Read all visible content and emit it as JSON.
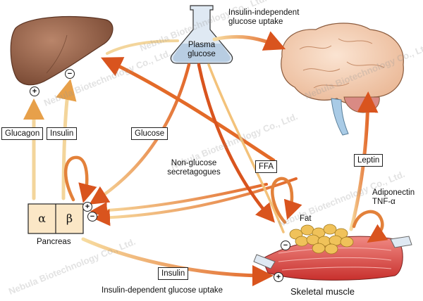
{
  "labels": {
    "plasma_glucose": "Plasma\nglucose",
    "insulin_independent": "Insulin-independent\nglucose uptake",
    "glucagon": "Glucagon",
    "insulin_left": "Insulin",
    "glucose": "Glucose",
    "non_glucose": "Non-glucose\nsecretagogues",
    "ffa": "FFA",
    "leptin": "Leptin",
    "adiponectin": "Adiponectin\nTNF-α",
    "alpha": "α",
    "beta": "β",
    "pancreas": "Pancreas",
    "fat": "Fat",
    "insulin_bottom": "Insulin",
    "insulin_dependent": "Insulin-dependent glucose uptake",
    "skeletal_muscle": "Skeletal muscle",
    "plus": "+",
    "minus": "−"
  },
  "watermark": "Nebula Biotechnology Co., Ltd."
}
